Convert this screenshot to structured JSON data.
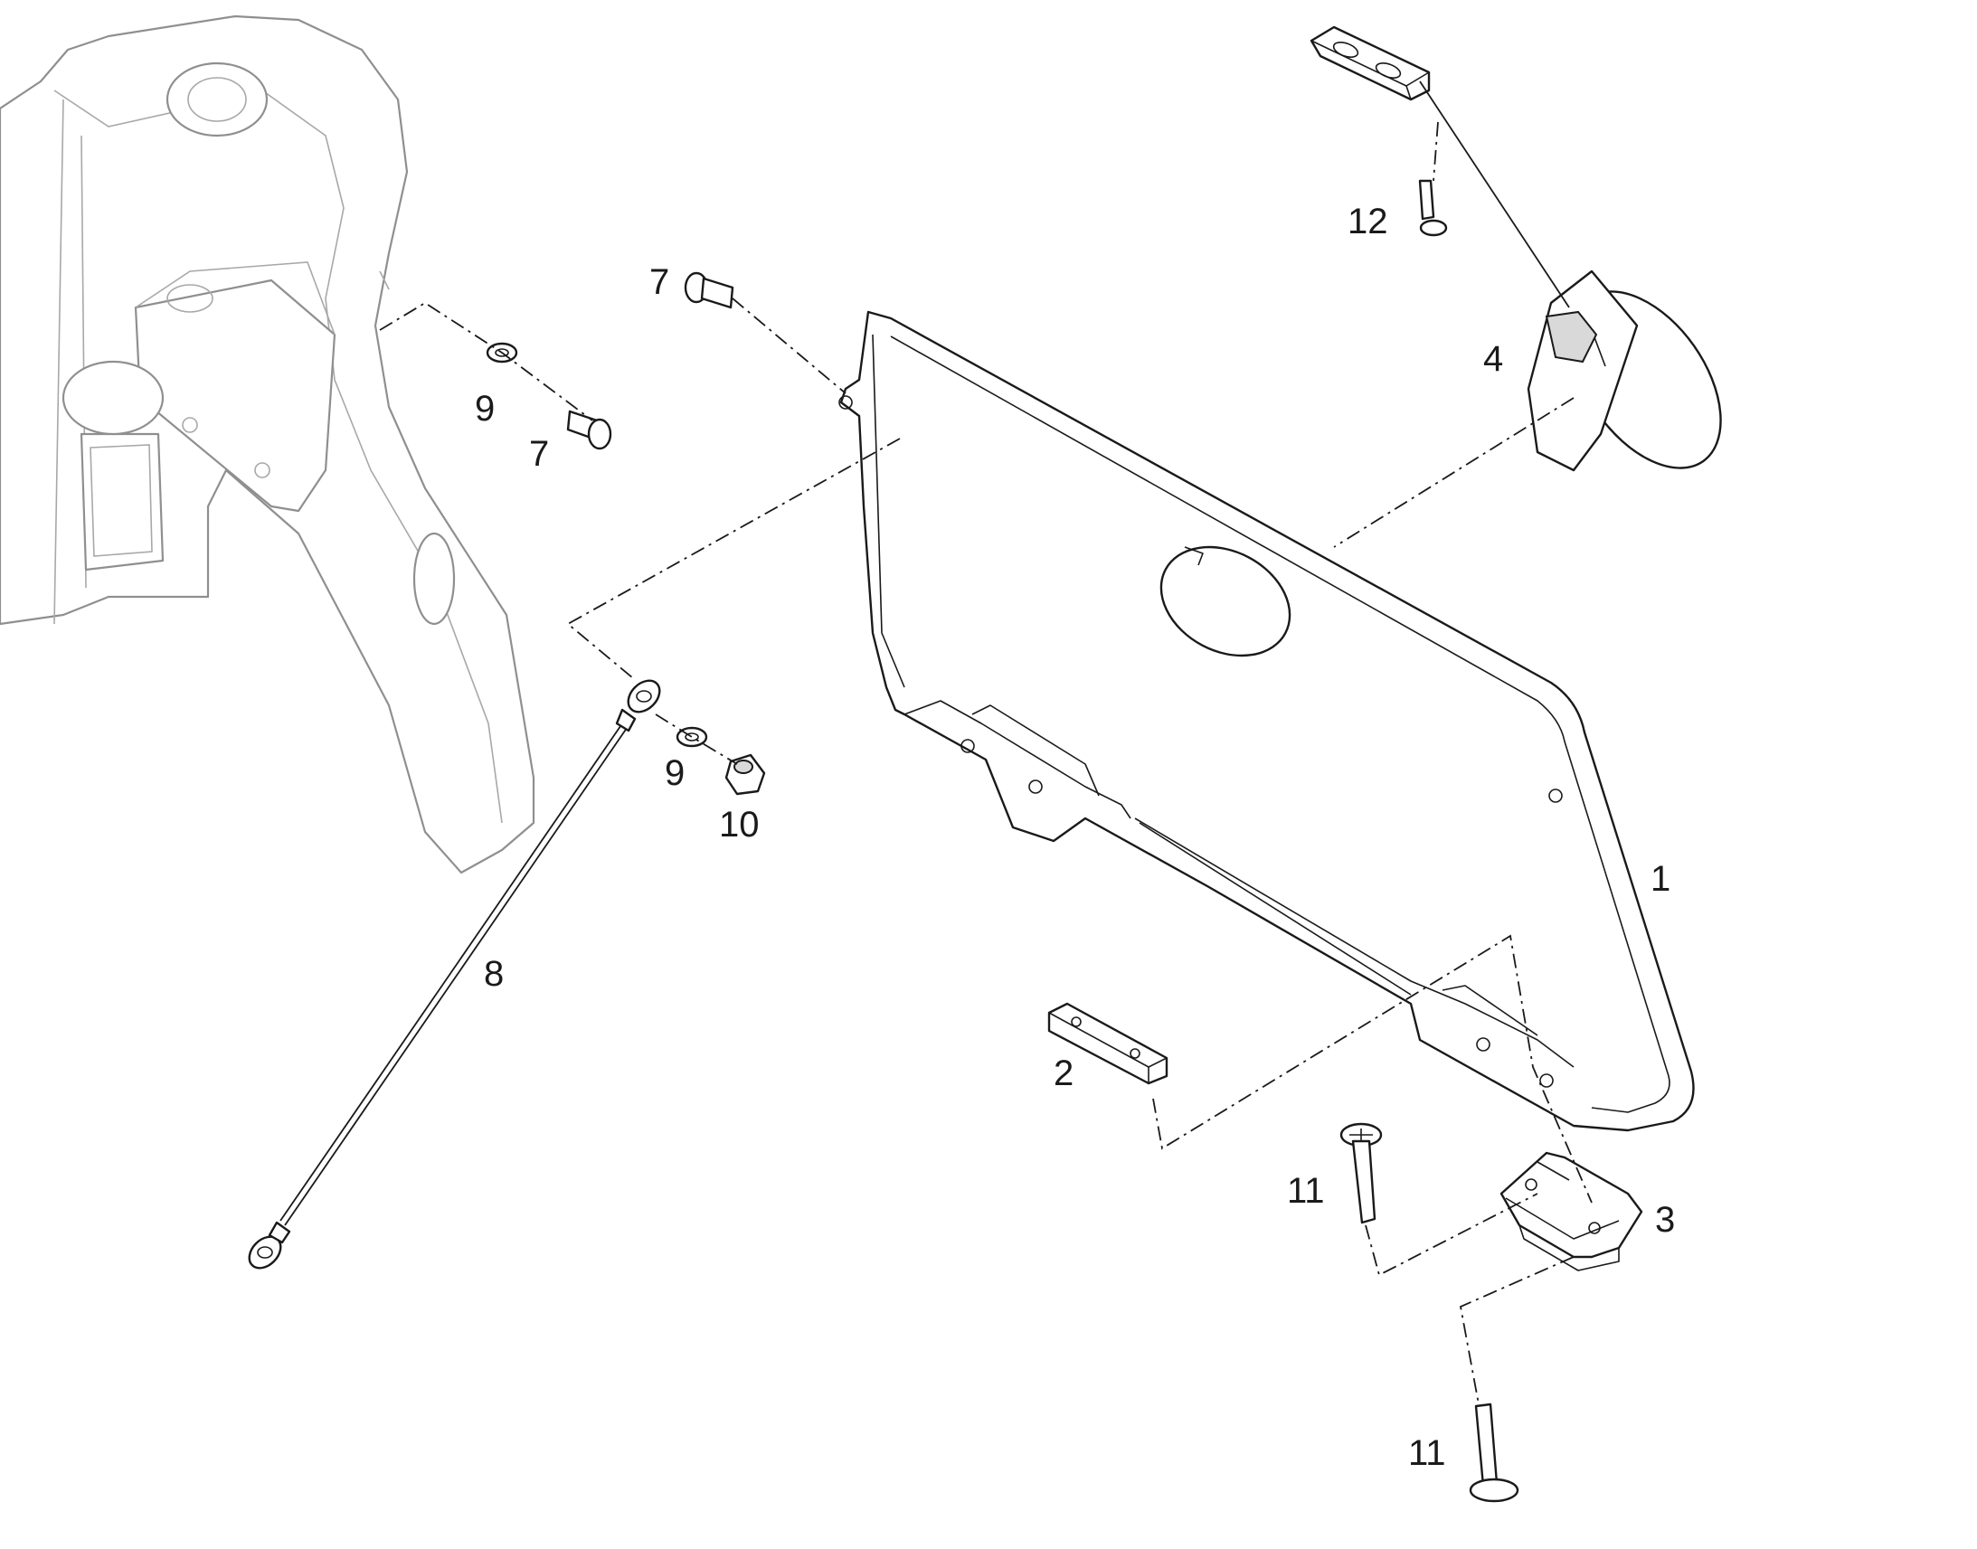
{
  "callouts": [
    {
      "id": "c1",
      "label": "1"
    },
    {
      "id": "c2",
      "label": "2"
    },
    {
      "id": "c3",
      "label": "3"
    },
    {
      "id": "c4",
      "label": "4"
    },
    {
      "id": "c7a",
      "label": "7"
    },
    {
      "id": "c7b",
      "label": "7"
    },
    {
      "id": "c8",
      "label": "8"
    },
    {
      "id": "c9a",
      "label": "9"
    },
    {
      "id": "c9b",
      "label": "9"
    },
    {
      "id": "c10",
      "label": "10"
    },
    {
      "id": "c11a",
      "label": "11"
    },
    {
      "id": "c11b",
      "label": "11"
    },
    {
      "id": "c12",
      "label": "12"
    }
  ],
  "colors": {
    "line": "#1a1a1a",
    "ghost": "#8f8f8f",
    "background": "#ffffff"
  }
}
